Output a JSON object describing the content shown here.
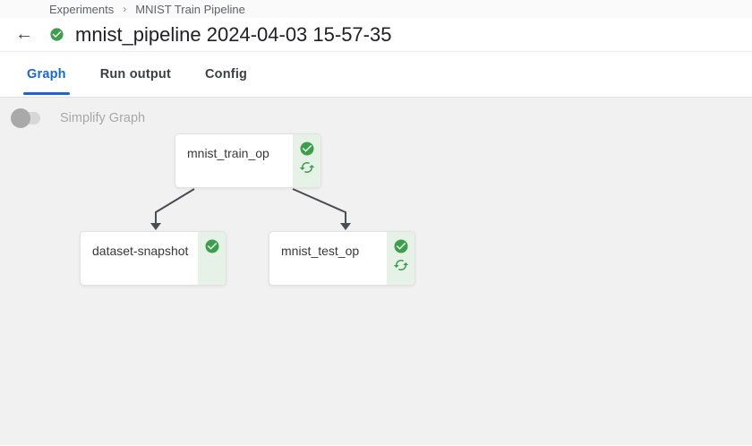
{
  "breadcrumb": {
    "items": [
      "Experiments",
      "MNIST Train Pipeline"
    ],
    "separator": "›"
  },
  "header": {
    "title": "mnist_pipeline 2024-04-03 15-57-35",
    "status": "succeeded"
  },
  "tabs": [
    {
      "label": "Graph",
      "active": true
    },
    {
      "label": "Run output",
      "active": false
    },
    {
      "label": "Config",
      "active": false
    }
  ],
  "toolbar": {
    "simplify_label": "Simplify Graph",
    "simplify_enabled": false
  },
  "graph": {
    "nodes": [
      {
        "id": "mnist_train_op",
        "label": "mnist_train_op",
        "status": "succeeded",
        "cached": true
      },
      {
        "id": "dataset-snapshot",
        "label": "dataset-snapshot",
        "status": "succeeded",
        "cached": false
      },
      {
        "id": "mnist_test_op",
        "label": "mnist_test_op",
        "status": "succeeded",
        "cached": true
      }
    ],
    "edges": [
      {
        "from": "mnist_train_op",
        "to": "dataset-snapshot"
      },
      {
        "from": "mnist_train_op",
        "to": "mnist_test_op"
      }
    ]
  },
  "icons": {
    "back_arrow": "←",
    "status_success": "check-circle",
    "cached": "cached-refresh-arrows"
  },
  "colors": {
    "accent_blue": "#1967d2",
    "success_green": "#3e9e4e",
    "node_strip_green": "#e6f2e7",
    "canvas_gray": "#f1f1f1",
    "edge_gray": "#4a4e54",
    "text_gray": "#5f6368"
  }
}
